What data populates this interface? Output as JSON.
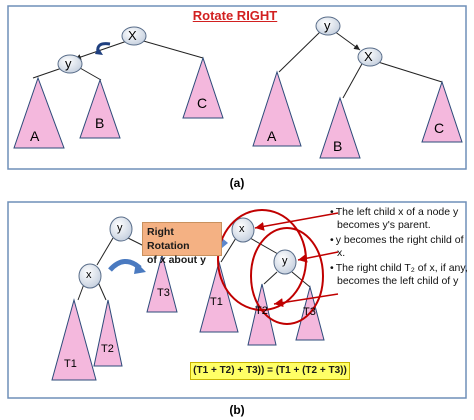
{
  "top_panel": {
    "title": "Rotate RIGHT",
    "caption": "(a)",
    "left_tree": {
      "root": "X",
      "left_child": "y",
      "subtrees": [
        "A",
        "B",
        "C"
      ]
    },
    "right_tree": {
      "root": "y",
      "right_child": "X",
      "subtrees": [
        "A",
        "B",
        "C"
      ]
    }
  },
  "bottom_panel": {
    "caption": "(b)",
    "rotation_label_line1": "Right Rotation",
    "rotation_label_line2": "of x about y",
    "left_tree": {
      "root": "y",
      "left_child": "x",
      "subtrees": [
        "T1",
        "T2",
        "T3"
      ]
    },
    "right_tree": {
      "root": "x",
      "right_child": "y",
      "subtrees": [
        "T1",
        "T2",
        "T3"
      ]
    },
    "notes": [
      "The left child x of a node y becomes y's parent.",
      "y becomes the right child of x.",
      "The right child T₂ of x, if any, becomes the left child of y"
    ],
    "equation": "(T1 + T2) + T3)) = (T1 + (T2 + T3))"
  },
  "colors": {
    "triangle_fill": "#f4b8dd",
    "node_fill": "#dfe6f0",
    "highlight": "#c00000",
    "frame": "#6f8fb8",
    "rotate_arrow": "#1f3f7f"
  }
}
